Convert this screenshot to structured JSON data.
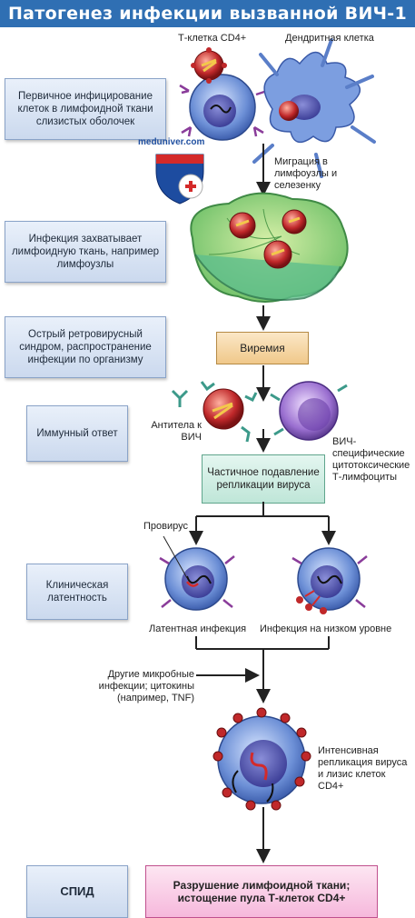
{
  "title": "Патогенез инфекции вызванной ВИЧ-1",
  "stages": {
    "primary": "Первичное инфицирование клеток в лимфоидной ткани слизистых оболочек",
    "lymphoid": "Инфекция захватывает лимфоидную ткань, например лимфоузлы",
    "acute": "Острый ретровирусный синдром, распространение инфекции по организму",
    "immune": "Иммунный ответ",
    "latency": "Клиническая латентность",
    "aids": "СПИД"
  },
  "process": {
    "viremia": "Виремия",
    "suppression": "Частичное подавление репликации вируса",
    "destruction": "Разрушение лимфоидной ткани; истощение пула Т-клеток CD4+"
  },
  "labels": {
    "cd4_cell": "Т-клетка CD4+",
    "dendritic_cell": "Дендритная клетка",
    "migration": "Миграция в лимфоузлы и селезенку",
    "antibodies": "Антитела к ВИЧ",
    "ctl": "ВИЧ-специфические цитотоксические Т-лимфоциты",
    "provirus": "Провирус",
    "latent_infection": "Латентная инфекция",
    "low_level_infection": "Инфекция на низком уровне",
    "cofactors": "Другие микробные инфекции; цитокины (например, TNF)",
    "intensive_replication": "Интенсивная репликация вируса и лизис клеток CD4+",
    "watermark": "meduniver.com"
  },
  "colors": {
    "title_bg": "#2f6fb3",
    "stage_bg": "#d6e2f3",
    "viremia_bg": "#f7dcb0",
    "suppression_bg": "#d7f0e8",
    "destruction_bg": "#fbd6ec",
    "lymph_node": "#8fd07a",
    "cell_body": "#6c8fd6",
    "virus": "#c0282a"
  },
  "icons": [
    "cd4-t-cell-icon",
    "dendritic-cell-icon",
    "hiv-virion-icon",
    "lymph-node-icon",
    "antibody-icon",
    "cytotoxic-t-cell-icon",
    "medical-shield-icon"
  ]
}
